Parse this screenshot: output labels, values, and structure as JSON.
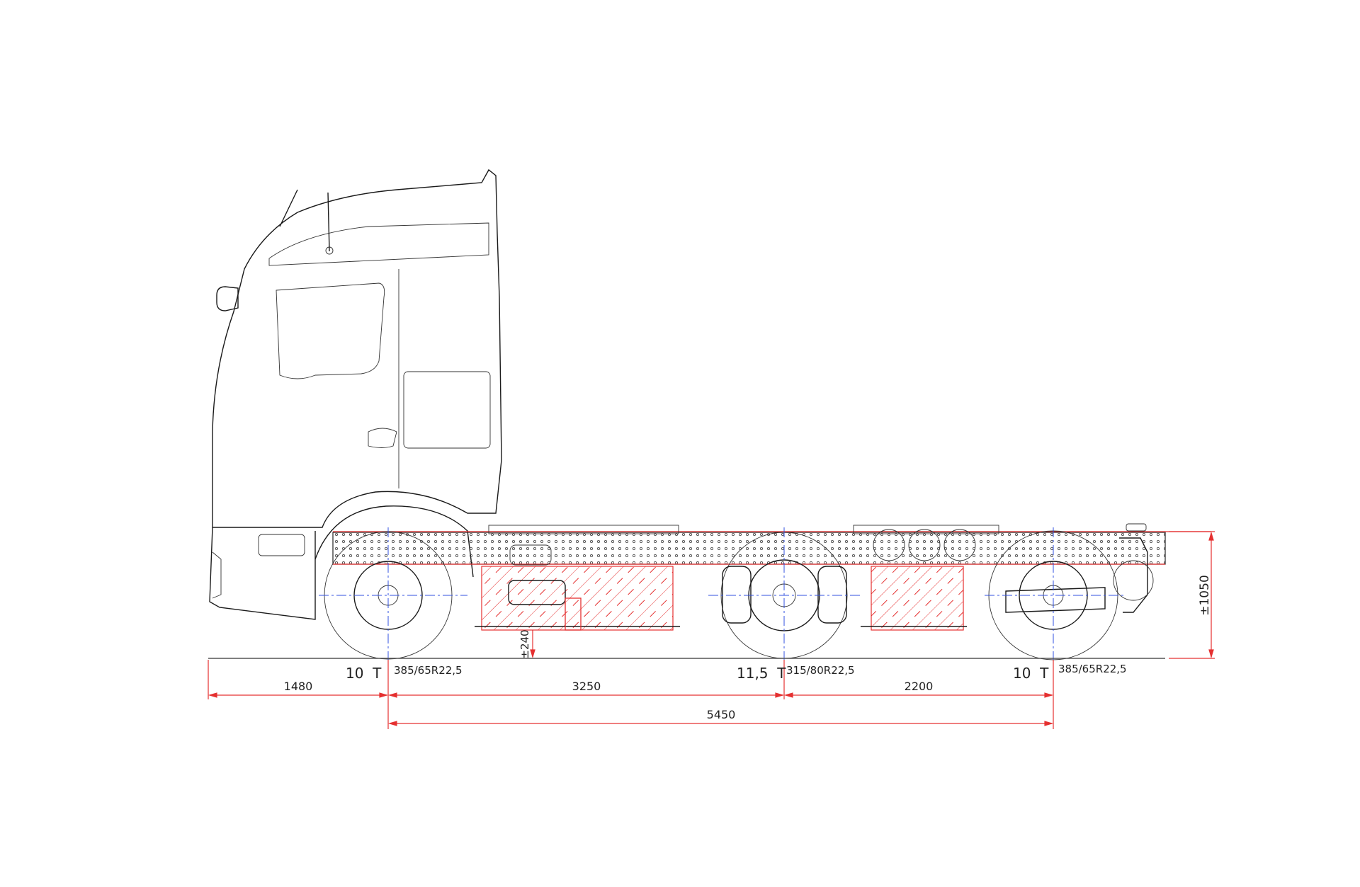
{
  "axles": [
    {
      "load": "10  T",
      "tire": "385/65R22,5"
    },
    {
      "load": "11,5  T",
      "tire": "315/80R22,5"
    },
    {
      "load": "10  T",
      "tire": "385/65R22,5"
    }
  ],
  "dimensions": {
    "front_overhang": "1480",
    "axle1_to_axle2": "3250",
    "axle2_to_axle3": "2200",
    "wheelbase_total": "5450",
    "frame_height": "±1050",
    "tank_clearance": "±240"
  },
  "colors": {
    "line": "#1a1a1a",
    "dimension": "#e53030",
    "centerline": "#3050e0"
  }
}
